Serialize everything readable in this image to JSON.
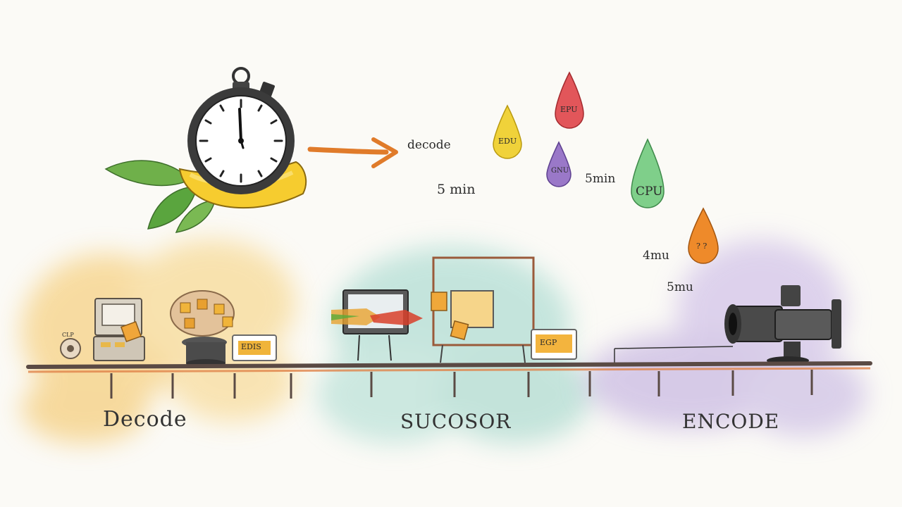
{
  "colors": {
    "decode_wash": "#f4c35c",
    "middle_wash": "#8fd0c4",
    "encode_wash": "#b9a4dc",
    "arrow": "#e07b2a",
    "belt": "#5a4a44",
    "belt_accent": "#e0834a"
  },
  "top": {
    "arrow_label": "decode",
    "time_left": "5 min"
  },
  "drops": [
    {
      "label": "EDU",
      "color": "#f0d23a"
    },
    {
      "label": "EPU",
      "color": "#e2565a"
    },
    {
      "label": "GNU",
      "color": "#9a78c8"
    },
    {
      "label": "CPU",
      "color": "#7fcf8a"
    },
    {
      "label": "? ?",
      "color": "#ee8a2a"
    }
  ],
  "time_labels": {
    "t1": "5min",
    "t2": "4mu",
    "t3": "5mu"
  },
  "stages": {
    "decode": "Decode",
    "middle": "SUCOSOR",
    "encode": "ENCODE"
  },
  "machine_labels": {
    "decode_box": "EDIS",
    "middle_screen": "EGP",
    "small_badge": "CLP"
  },
  "icons": {
    "stopwatch": "stopwatch-icon",
    "lemon": "lemon-icon",
    "camera": "camera-lens-icon",
    "monitor": "monitor-icon"
  }
}
